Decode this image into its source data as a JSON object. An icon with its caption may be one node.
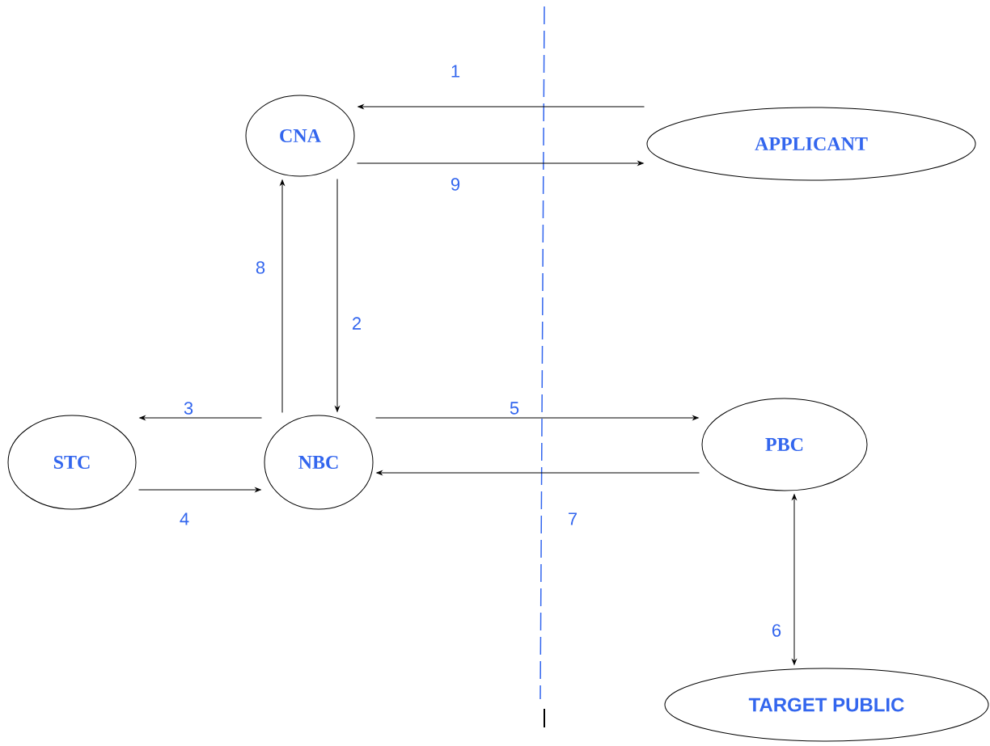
{
  "diagram": {
    "nodes": [
      {
        "text": [
          "CNA"
        ]
      },
      {
        "text": [
          "APPLICANT"
        ]
      },
      {
        "text": [
          "STC"
        ]
      },
      {
        "text": [
          "NBC"
        ]
      },
      {
        "text": [
          "PBC"
        ]
      },
      {
        "text": [
          "TARGET PUBLIC"
        ]
      }
    ],
    "edges": [
      {
        "from": 1,
        "to": 0,
        "arrow": "to",
        "label": "1"
      },
      {
        "from": 0,
        "to": 3,
        "arrow": "to",
        "label": "2"
      },
      {
        "from": 3,
        "to": 2,
        "arrow": "to",
        "label": "3"
      },
      {
        "from": 2,
        "to": 3,
        "arrow": "to",
        "label": "4"
      },
      {
        "from": 3,
        "to": 4,
        "arrow": "to",
        "label": "5"
      },
      {
        "from": 4,
        "to": 5,
        "arrow": "both",
        "label": "6"
      },
      {
        "from": 4,
        "to": 3,
        "arrow": "to",
        "label": "7"
      },
      {
        "from": 3,
        "to": 0,
        "arrow": "to",
        "label": "8"
      },
      {
        "from": 0,
        "to": 1,
        "arrow": "to",
        "label": "9"
      }
    ]
  }
}
